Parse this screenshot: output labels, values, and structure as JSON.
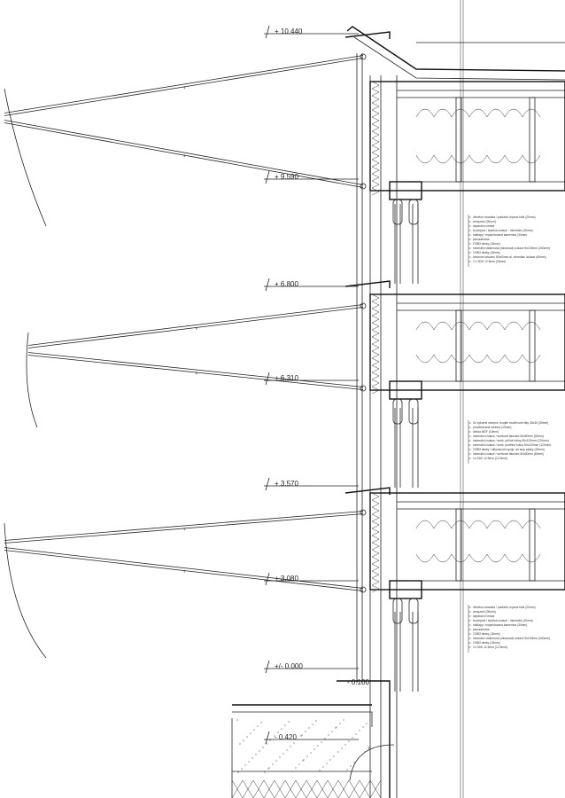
{
  "levels": {
    "l1": "+ 10.440",
    "l2": "+ 9.590",
    "l3": "+ 6.800",
    "l4": "+ 6.310",
    "l5": "+ 3.570",
    "l6": "+ 3.080",
    "l7": "+/- 0.000",
    "l8": "- 0.100",
    "l9": "- 0.420"
  },
  "notes_floor2": [
    "dřevěná mozaika / podlaha, lepená folie (20mm)",
    "armýzdní (30mm)",
    "separační vrstva",
    "kročejová / tepelná izolace - minerální (40mm)",
    "nášlapy / expandovaná kamenina (30mm)",
    "parozábrana",
    "OSB3 desky (18mm)",
    "minerální vlákninová (škvárová) izolace 5x100mm (240mm)",
    "OSB3 desky (18mm)",
    "smrkové latování 50x60mm al. minerální izolace (60mm)",
    "2 x SDK 12.5mm (25mm)"
  ],
  "notes_wall": [
    "Sz vykurné okenice, dvojité modřínové lišty 30x30 (30mm)",
    "provětrávaná mezera (19mm)",
    "deska MDF (10mm)",
    "minerální izolace / smrkové latování 60x60mm (30mm)",
    "minerální izolace / smrk. příčné fošny 60x120mm (120mm)",
    "minerální izolace / smrk. podélné fošny 60x120mm (120mm)",
    "OSB3 desky / slifovacomí spoje, air stop pásky (18mm)",
    "minerální izolace / smrkové latování 60x60mm (60mm)",
    "1x SDK 12.5mm (12.5mm)"
  ],
  "notes_floor1": [
    "dřevěná mozaika / podlaha, lepená folie (20mm)",
    "armýzdní (30mm)",
    "separační vrstva",
    "kročejová / tepelná izolace - minerální (40mm)",
    "nášlapy / expandovaná kamenina (30mm)",
    "parozábrana",
    "OSB3 desky (18mm)",
    "minerální vlákninová (škvárová) izolace 5x100mm (240mm)",
    "OSB3 desky (18mm)",
    "1x SDK 12.5mm (12.5mm)"
  ]
}
